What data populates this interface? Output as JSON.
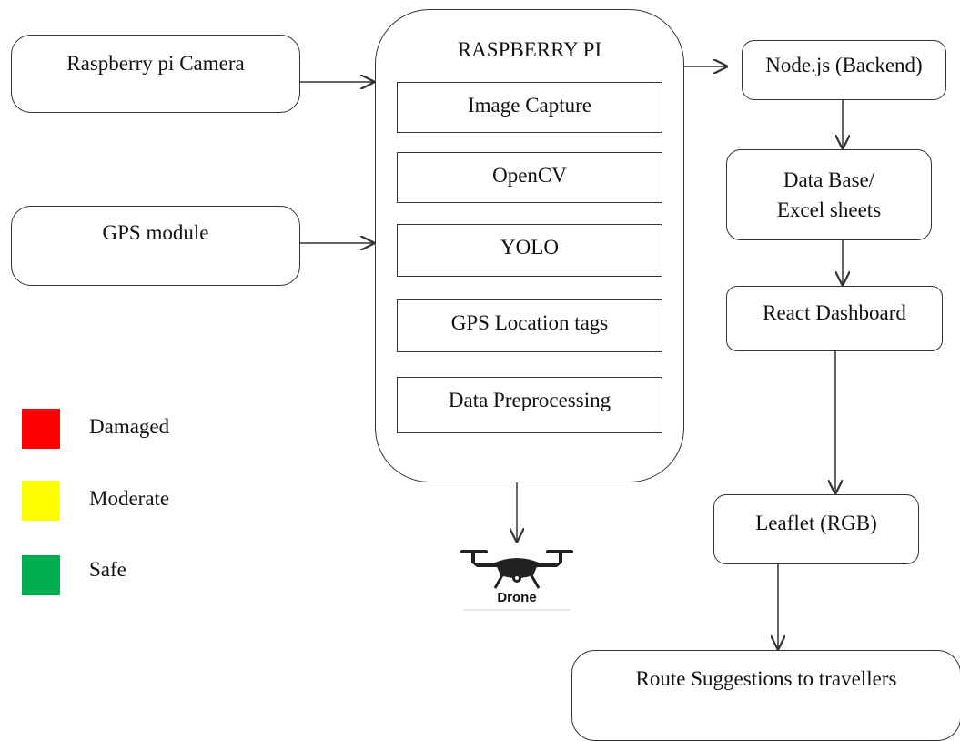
{
  "nodes": {
    "camera": "Raspberry pi Camera",
    "gps_module": "GPS module",
    "pi_title": "RASPBERRY  PI",
    "image_capture": "Image Capture",
    "opencv": "OpenCV",
    "yolo": "YOLO",
    "gps_tags": "GPS Location tags",
    "preprocessing": "Data Preprocessing",
    "nodejs": "Node.js (Backend)",
    "database_line1": "Data Base/",
    "database_line2": "Excel sheets",
    "react": "React Dashboard",
    "leaflet": "Leaflet (RGB)",
    "route": "Route Suggestions to travellers",
    "drone_label": "Drone"
  },
  "legend": [
    {
      "label": "Damaged",
      "color": "#ff0000"
    },
    {
      "label": "Moderate",
      "color": "#ffff00"
    },
    {
      "label": "Safe",
      "color": "#00b050"
    }
  ]
}
